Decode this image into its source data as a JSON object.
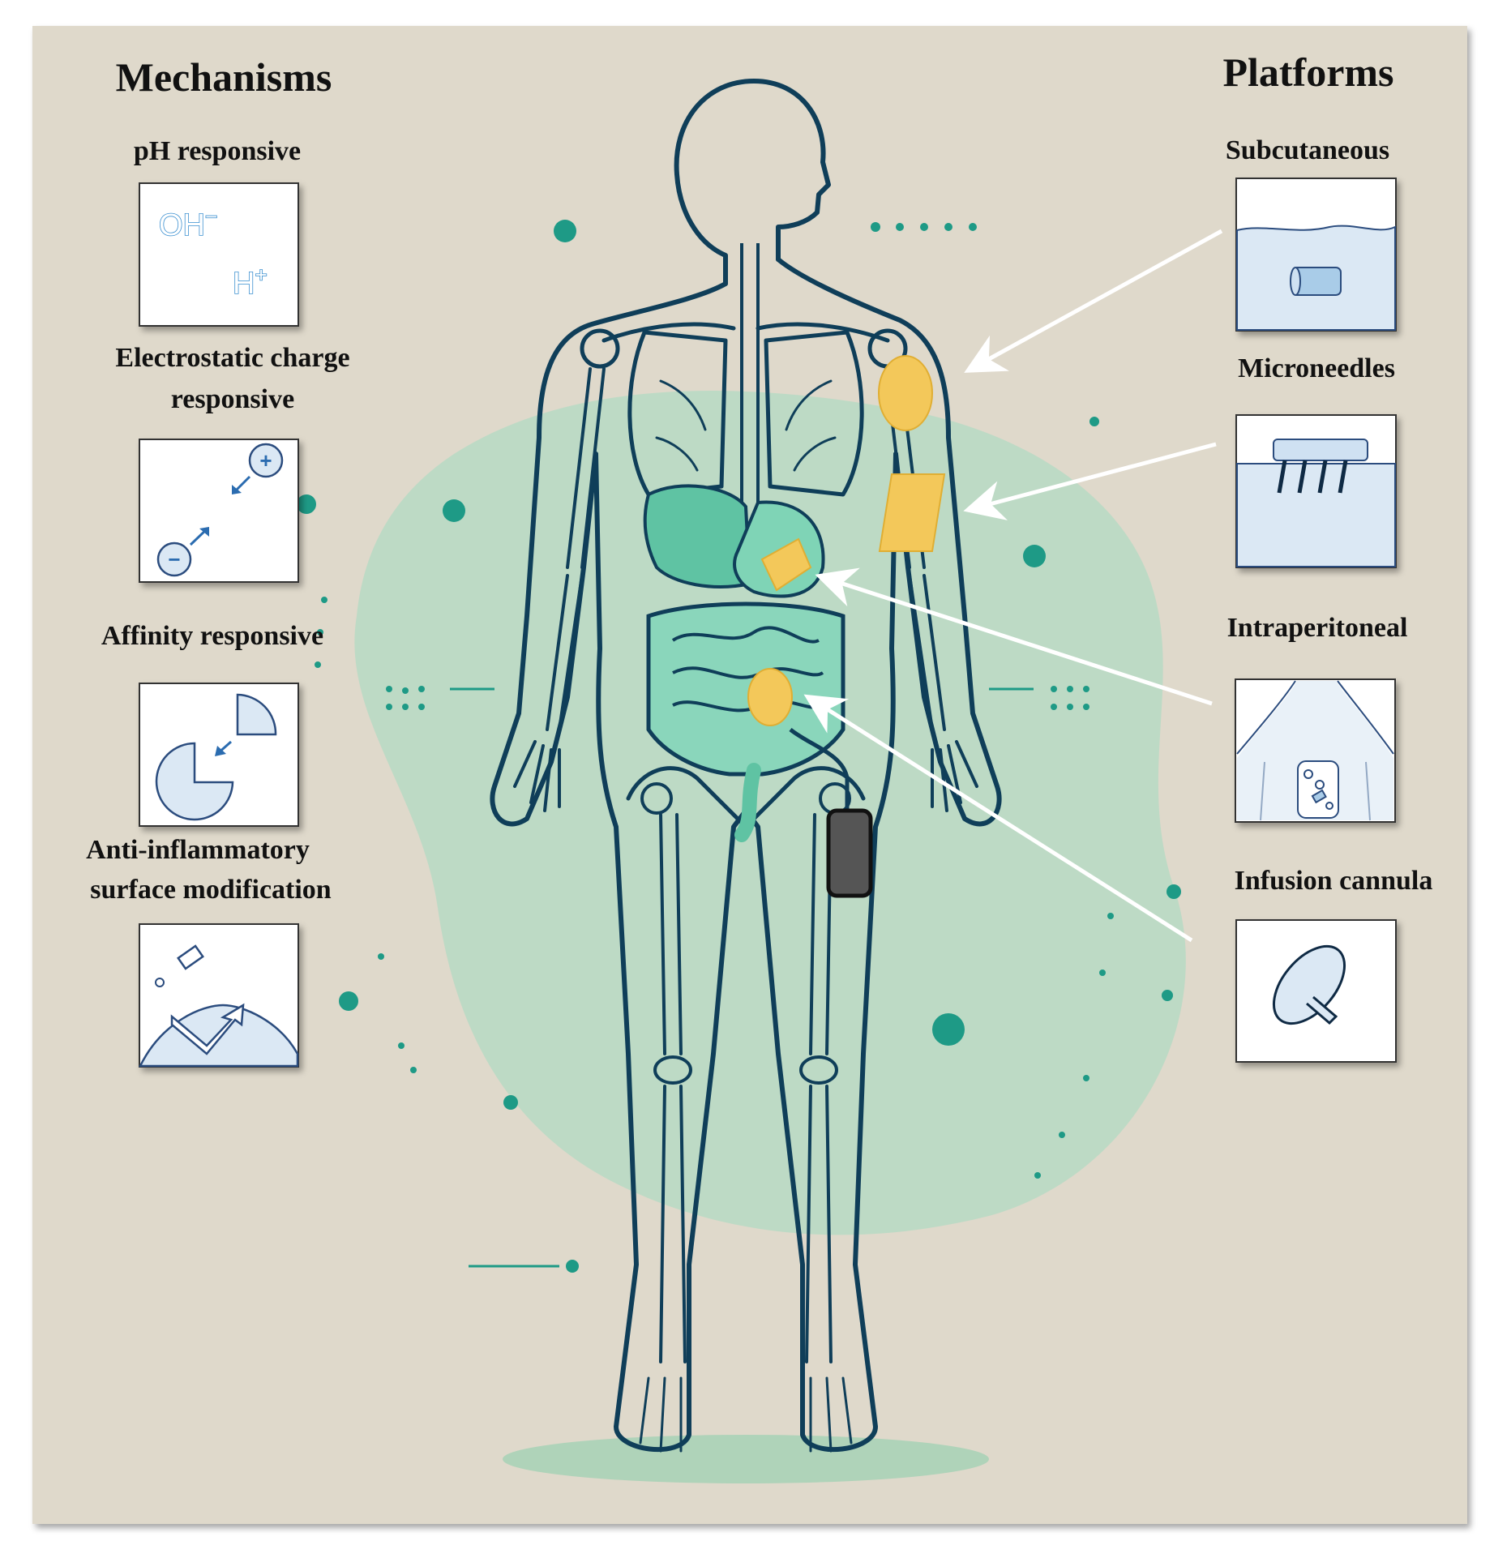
{
  "colors": {
    "background": "#dfd9cb",
    "blob": "#b7d9c4",
    "outline": "#0f3e59",
    "organ_fill": "#5fc3a3",
    "implant": "#f3c85a",
    "device": "#555555",
    "panel_fill": "#ffffff",
    "panel_tint": "#dbe8f4",
    "arrow": "#ffffff"
  },
  "mechanisms": {
    "heading": "Mechanisms",
    "items": [
      {
        "label_lines": [
          "pH responsive"
        ],
        "icon": "ph-icon",
        "symbols": [
          "OH",
          "−",
          "H",
          "+"
        ]
      },
      {
        "label_lines": [
          "Electrostatic charge",
          "responsive"
        ],
        "icon": "charge-icon",
        "symbols": [
          "+",
          "−"
        ]
      },
      {
        "label_lines": [
          "Affinity responsive"
        ],
        "icon": "affinity-icon"
      },
      {
        "label_lines": [
          "Anti-inflammatory",
          "surface modification"
        ],
        "icon": "surface-modification-icon"
      }
    ]
  },
  "platforms": {
    "heading": "Platforms",
    "items": [
      {
        "label": "Subcutaneous",
        "icon": "subcutaneous-implant-icon"
      },
      {
        "label": "Microneedles",
        "icon": "microneedle-patch-icon"
      },
      {
        "label": "Intraperitoneal",
        "icon": "intraperitoneal-icon"
      },
      {
        "label": "Infusion cannula",
        "icon": "infusion-cannula-icon"
      }
    ]
  }
}
